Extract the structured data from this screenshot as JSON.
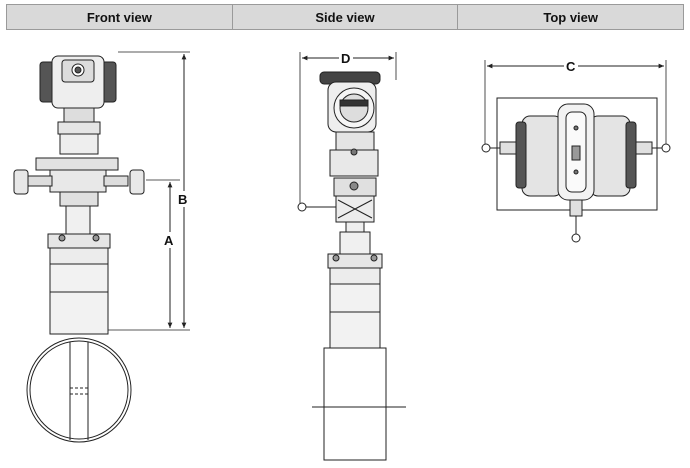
{
  "header": {
    "front_view": "Front view",
    "side_view": "Side view",
    "top_view": "Top view"
  },
  "dimensions": {
    "a": "A",
    "b": "B",
    "c": "C",
    "d": "D"
  },
  "colors": {
    "header_bg": "#d9d9d9",
    "line": "#222222",
    "body_fill": "#eeeeee",
    "dark_fill": "#3a3a3a"
  }
}
